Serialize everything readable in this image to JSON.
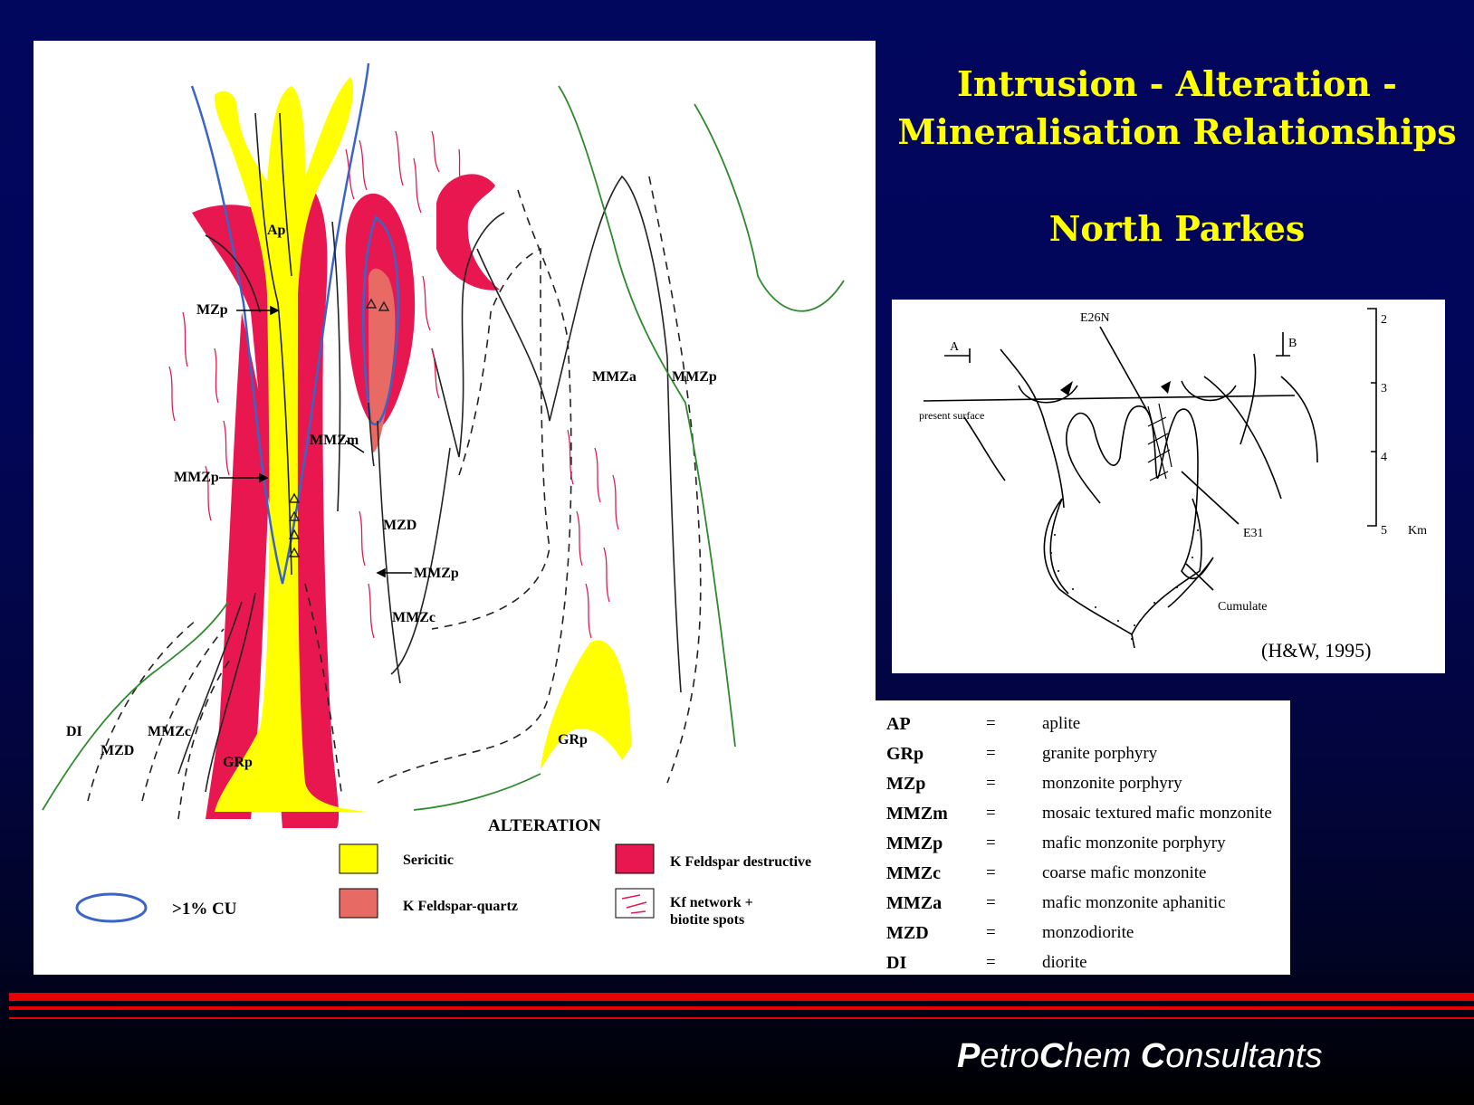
{
  "title": {
    "line1": "Intrusion - Alteration -",
    "line2": "Mineralisation Relationships",
    "line3": "North Parkes"
  },
  "main_diagram": {
    "units": [
      "Ap",
      "MZp",
      "MMZp",
      "MMZm",
      "MZD",
      "MMZp",
      "MMZc",
      "MMZa",
      "MMZp",
      "DI",
      "MZD",
      "MMZc",
      "GRp",
      "GRp"
    ],
    "alteration_heading": "ALTERATION",
    "alteration_legend": [
      {
        "label": "Sericitic",
        "color": "#ffff00"
      },
      {
        "label": "K Feldspar destructive",
        "color": "#e8174f"
      },
      {
        "label": "K Feldspar-quartz",
        "color": "#e76a64"
      },
      {
        "label": "Kf network +",
        "label2": "biotite spots"
      }
    ],
    "cu_label": ">1% CU",
    "colors": {
      "sericitic": "#ffff00",
      "kfeld_destructive": "#e8174f",
      "kfeld_quartz": "#e76a64",
      "cu_outline": "#3b64c8",
      "contact_green": "#2d8a2d"
    }
  },
  "inset": {
    "labels": {
      "e26n": "E26N",
      "a": "A",
      "b": "B",
      "present_surface": "present surface",
      "e31": "E31",
      "cumulate": "Cumulate"
    },
    "scale": {
      "ticks": [
        "2",
        "3",
        "4",
        "5"
      ],
      "unit": "Km"
    },
    "citation": "(H&W, 1995)"
  },
  "legend": [
    {
      "abbr": "AP",
      "eq": "=",
      "def": "aplite"
    },
    {
      "abbr": "GRp",
      "eq": "=",
      "def": "granite porphyry"
    },
    {
      "abbr": "MZp",
      "eq": "=",
      "def": "monzonite porphyry"
    },
    {
      "abbr": "MMZm",
      "eq": "=",
      "def": "mosaic textured mafic monzonite"
    },
    {
      "abbr": "MMZp",
      "eq": "=",
      "def": "mafic monzonite porphyry"
    },
    {
      "abbr": "MMZc",
      "eq": "=",
      "def": "coarse mafic monzonite"
    },
    {
      "abbr": "MMZa",
      "eq": "=",
      "def": "mafic monzonite aphanitic"
    },
    {
      "abbr": "MZD",
      "eq": "=",
      "def": "monzodiorite"
    },
    {
      "abbr": "DI",
      "eq": "=",
      "def": "diorite"
    }
  ],
  "footer": {
    "brand_p": "P",
    "brand_etro": "etro",
    "brand_c1": "C",
    "brand_hem": "hem ",
    "brand_c2": "C",
    "brand_onsultants": "onsultants",
    "stripe_color": "#e60000"
  }
}
